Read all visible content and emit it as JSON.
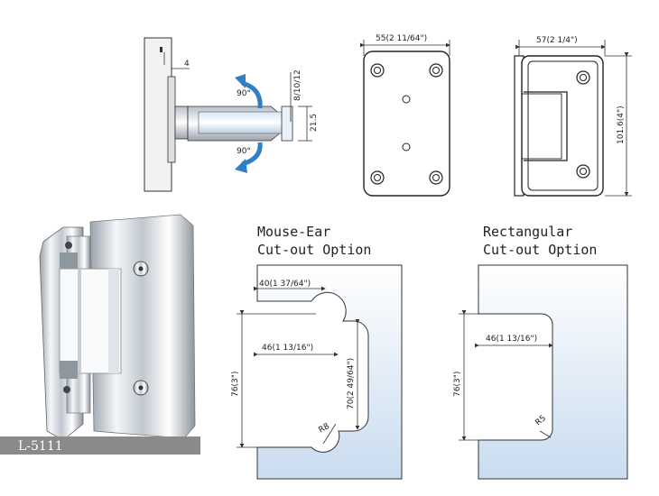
{
  "side_view": {
    "dim_gap": "4",
    "dim_thickness": "8/10/12",
    "dim_height": "21.5",
    "angle_top": "90°",
    "angle_bottom": "90°"
  },
  "plate_front": {
    "dim_width": "55(2 11/64\")"
  },
  "hinge_side": {
    "dim_width": "57(2 1/4\")",
    "dim_height": "101.6(4\")"
  },
  "photo": {
    "model_label": "L-5111"
  },
  "mouse_ear": {
    "title_line1": "Mouse-Ear",
    "title_line2": "Cut-out Option",
    "dim_top": "40(1 37/64\")",
    "dim_depth": "46(1 13/16\")",
    "dim_height": "76(3\")",
    "dim_inner": "70(2 49/64\")",
    "dim_radius": "R8"
  },
  "rectangular": {
    "title_line1": "Rectangular",
    "title_line2": "Cut-out Option",
    "dim_depth": "46(1 13/16\")",
    "dim_height": "76(3\")",
    "dim_radius": "R5"
  },
  "colors": {
    "glass_top": "#ffffff",
    "glass_bottom": "#cfe0f2",
    "arrow_blue": "#2f7fc4",
    "label_bar": "#8a8a8a"
  }
}
